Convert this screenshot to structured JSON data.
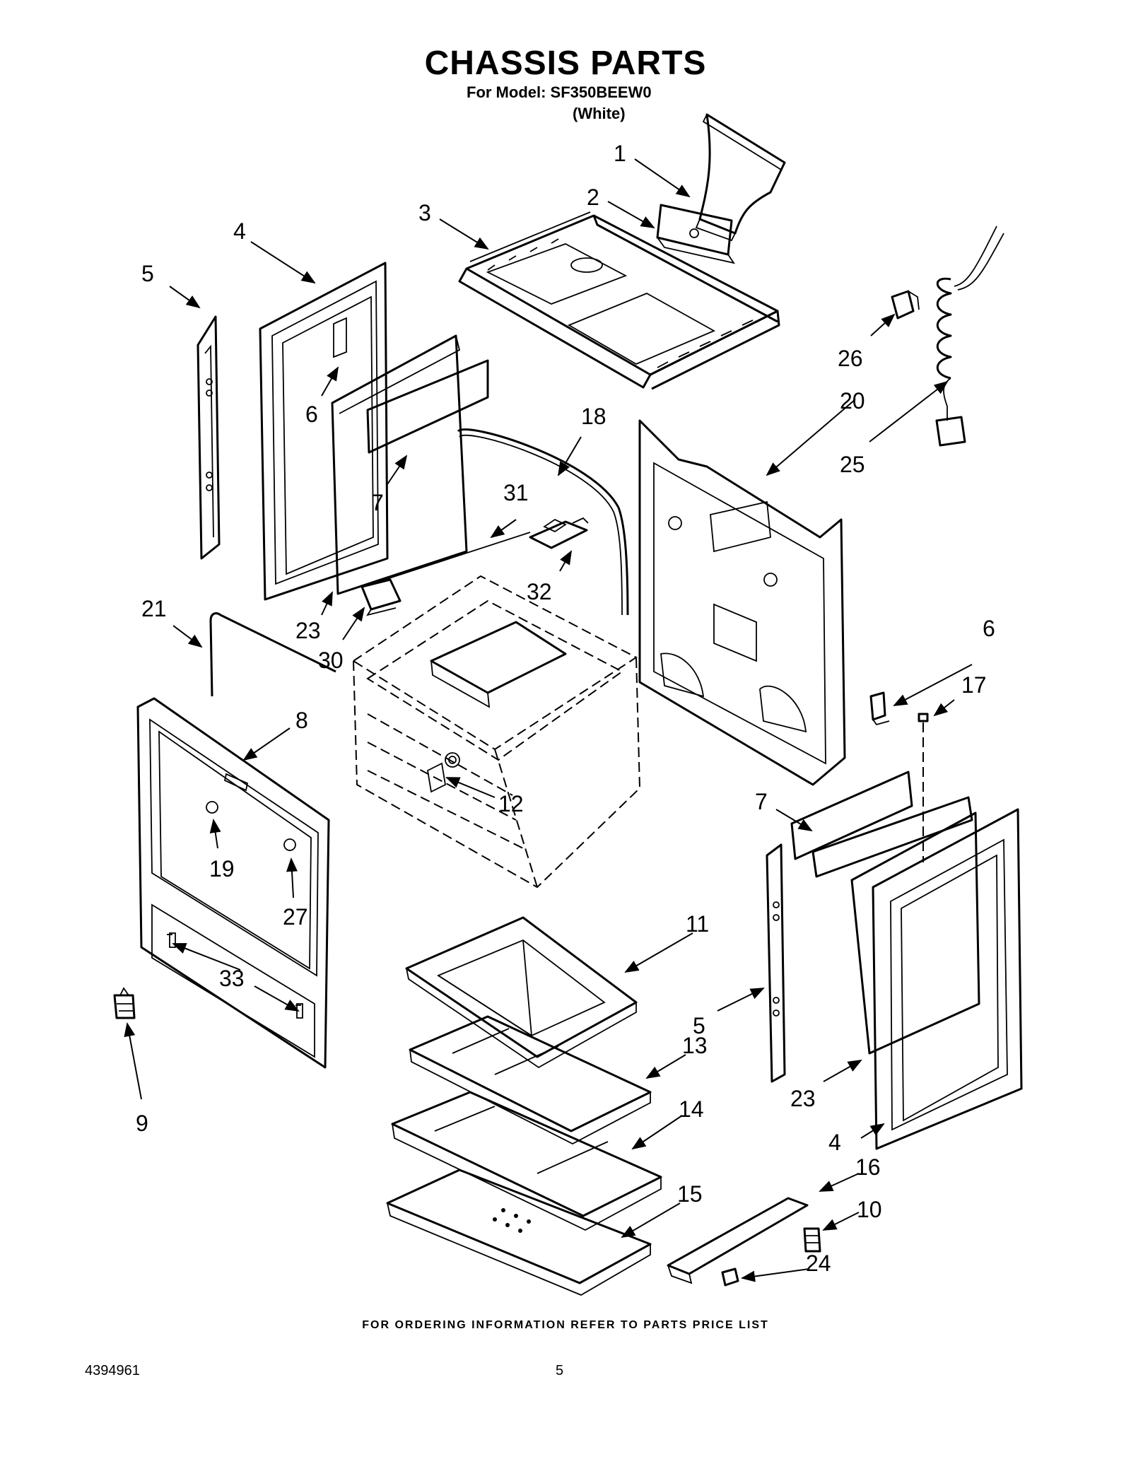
{
  "title": "CHASSIS PARTS",
  "model_line": "For Model: SF350BEEW0",
  "color_line": "(White)",
  "footer": "FOR ORDERING INFORMATION REFER TO PARTS PRICE LIST",
  "document_number": "4394961",
  "page_number": "5",
  "callouts": {
    "c1": "1",
    "c2": "2",
    "c3": "3",
    "c4a": "4",
    "c4b": "4",
    "c5a": "5",
    "c5b": "5",
    "c6a": "6",
    "c6b": "6",
    "c7a": "7",
    "c7b": "7",
    "c8": "8",
    "c9": "9",
    "c10": "10",
    "c11": "11",
    "c12": "12",
    "c13": "13",
    "c14": "14",
    "c15": "15",
    "c16": "16",
    "c17": "17",
    "c18": "18",
    "c19": "19",
    "c20": "20",
    "c21": "21",
    "c23a": "23",
    "c23b": "23",
    "c24": "24",
    "c25": "25",
    "c26": "26",
    "c27": "27",
    "c30": "30",
    "c31": "31",
    "c32": "32",
    "c33": "33"
  }
}
